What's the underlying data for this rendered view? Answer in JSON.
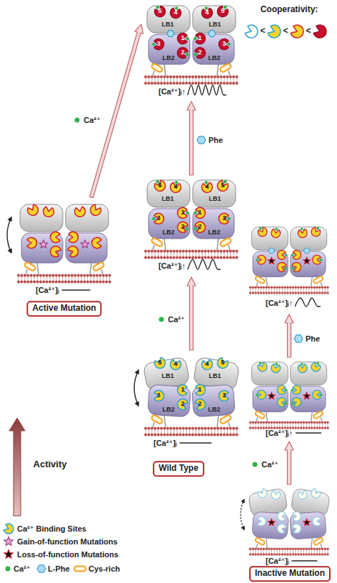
{
  "diagram": {
    "nodes": [
      {
        "text": [
          "Active Mutation"
        ]
      },
      {
        "text": [
          "Wild Type"
        ]
      },
      {
        "text": [
          "Inactive Mutation"
        ]
      }
    ],
    "labels": [
      "Cooperativity:",
      "<",
      "<",
      "<",
      "5",
      "4",
      "4",
      "5",
      "LB1",
      "LB1",
      "1",
      "1",
      "3",
      "2",
      "2",
      "3",
      "LB2",
      "LB2",
      "[Ca²⁺]ᵢ↑",
      "Ca²⁺",
      "Phe",
      "5",
      "4",
      "4",
      "5",
      "LB1",
      "LB1",
      "1",
      "1",
      "3",
      "2",
      "2",
      "3",
      "LB2",
      "LB2",
      "[Ca²⁺]ᵢ↑",
      "Phe",
      "[Ca²⁺]ᵢ",
      "[Ca²⁺]ᵢ↑",
      "Ca²⁺",
      "5",
      "4",
      "4",
      "5",
      "LB1",
      "LB1",
      "1",
      "1",
      "3",
      "2",
      "2",
      "3",
      "LB2",
      "LB2",
      "[Ca²⁺]ᵢ↑",
      "[Ca²⁺]ᵢ",
      "Activity",
      "Ca²⁺",
      "[Ca²⁺]ᵢ"
    ],
    "legend": [
      {
        "text": "Ca²⁺ Binding Sites"
      },
      {
        "text": "Gain-of-function Mutations"
      },
      {
        "text": "Loss-of-function Mutations"
      },
      {
        "text": "Ca²⁺",
        "color": "#2fb34a"
      },
      {
        "text": "L-Phe"
      },
      {
        "text": "Cys-rich"
      }
    ]
  }
}
